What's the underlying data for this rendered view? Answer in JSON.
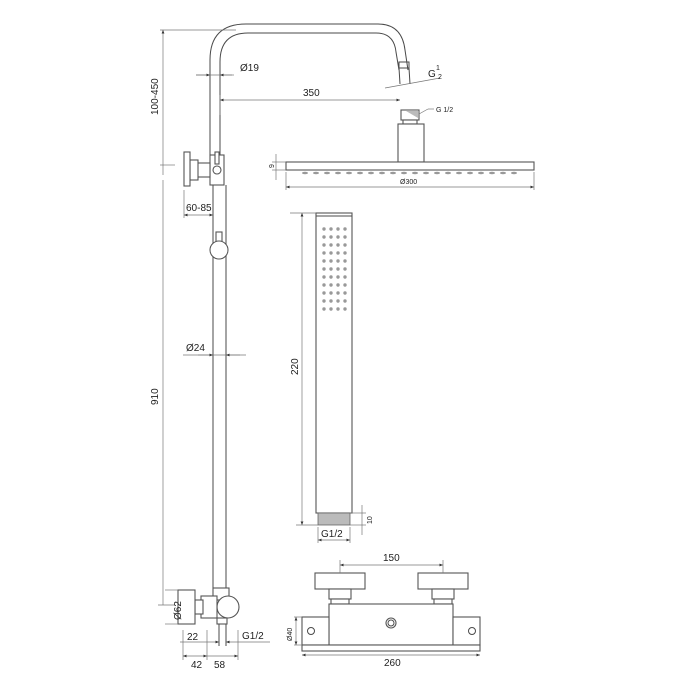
{
  "drawing": {
    "title": "Shower system technical dimension drawing",
    "units": "mm",
    "stroke_color": "#4a4a4a",
    "background": "#ffffff"
  },
  "riser": {
    "total_height_label": "910",
    "overhead_adjust_label": "100-450",
    "pipe_top_diameter_label": "Ø19",
    "arm_reach_label": "350",
    "outlet_thread_label": "G",
    "outlet_thread_sup": "1",
    "outlet_thread_sub": "2",
    "pipe_diameter_label": "Ø24",
    "diverter_offset_label": "60-85"
  },
  "rain_head": {
    "connector_thread_label": "G 1/2",
    "thickness_label": "9",
    "diameter_label": "Ø300"
  },
  "hand_shower": {
    "length_label": "220",
    "thread_length_label": "10",
    "thread_label": "G1/2"
  },
  "mixer_side": {
    "handle_diameter_label": "Ø62",
    "dim_22_label": "22",
    "dim_42_label": "42",
    "dim_58_label": "58",
    "outlet_thread_label": "G1/2"
  },
  "mixer_front": {
    "centers_label": "150",
    "body_diameter_label": "Ø40",
    "overall_width_label": "260"
  }
}
